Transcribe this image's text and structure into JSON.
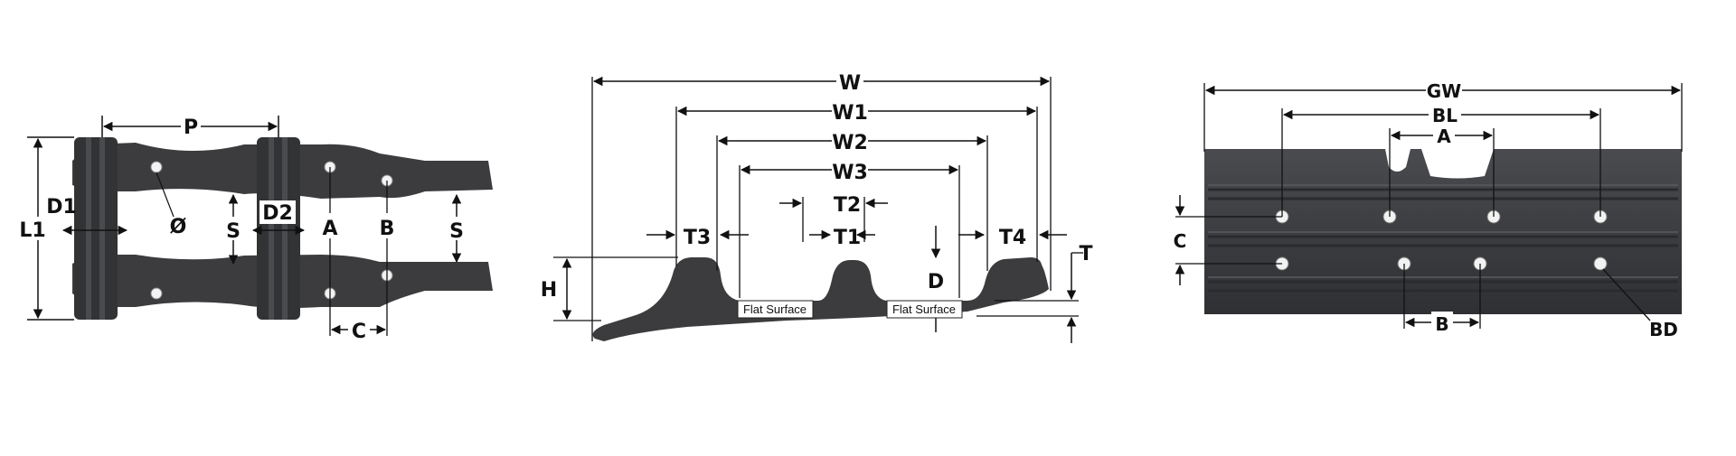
{
  "chain_view": {
    "labels": {
      "P": "P",
      "L1": "L1",
      "D1": "D1",
      "D2": "D2",
      "S_left": "S",
      "S_right": "S",
      "A": "A",
      "B": "B",
      "C": "C",
      "dia": "Ø"
    }
  },
  "profile_view": {
    "labels": {
      "W": "W",
      "W1": "W1",
      "W2": "W2",
      "W3": "W3",
      "T1": "T1",
      "T2": "T2",
      "T3": "T3",
      "T4": "T4",
      "H": "H",
      "D": "D",
      "T": "T"
    },
    "flat_surface_left": "Flat Surface",
    "flat_surface_right": "Flat Surface"
  },
  "plate_view": {
    "labels": {
      "GW": "GW",
      "BL": "BL",
      "A": "A",
      "C": "C",
      "B": "B",
      "BD": "BD"
    }
  },
  "colors": {
    "metal": "#3c3c3e",
    "metal_light": "#55565a",
    "line": "#111111"
  }
}
